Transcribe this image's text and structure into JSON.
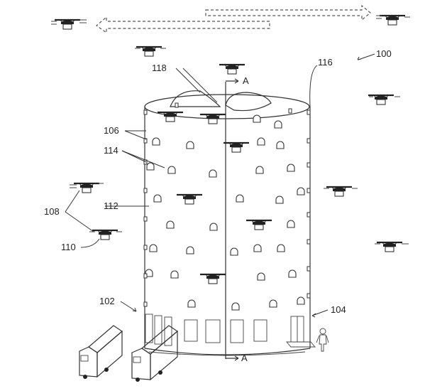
{
  "colors": {
    "ink": "#333333",
    "background": "#ffffff"
  },
  "labels": {
    "ref_100": "100",
    "ref_102": "102",
    "ref_104": "104",
    "ref_106": "106",
    "ref_108": "108",
    "ref_110": "110",
    "ref_112": "112",
    "ref_114": "114",
    "ref_116": "116",
    "ref_118": "118",
    "section_top": "A",
    "section_bottom": "A"
  }
}
